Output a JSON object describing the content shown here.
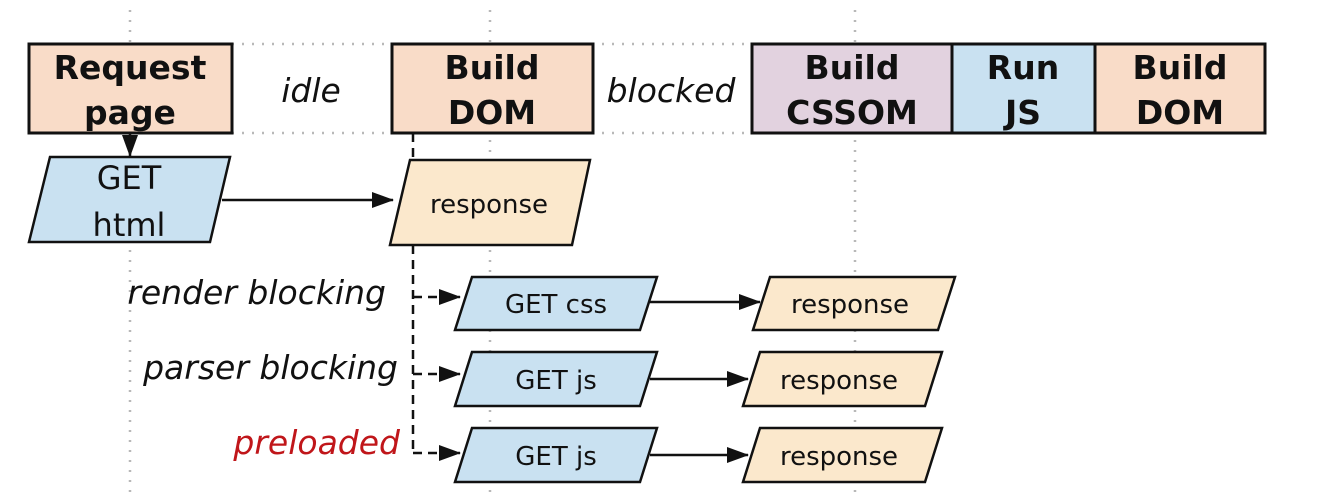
{
  "colors": {
    "orange_fill": "#f9dcc8",
    "purple_fill": "#e2d2df",
    "blue_fill": "#c9e1f1",
    "response_fill": "#fbe8cc",
    "preloaded_text": "#c0161a",
    "stroke": "#111111",
    "grid": "#b8b8b8"
  },
  "timeline": {
    "request_page": [
      "Request",
      "page"
    ],
    "idle": "idle",
    "build_dom_1": [
      "Build",
      "DOM"
    ],
    "blocked": "blocked",
    "build_cssom": [
      "Build",
      "CSSOM"
    ],
    "run_js": [
      "Run",
      "JS"
    ],
    "build_dom_2": [
      "Build",
      "DOM"
    ]
  },
  "requests": {
    "get_html": [
      "GET",
      "html"
    ],
    "html_response": "response",
    "rows": [
      {
        "label": "render blocking",
        "get": "GET css",
        "response": "response",
        "highlight": false
      },
      {
        "label": "parser blocking",
        "get": "GET js",
        "response": "response",
        "highlight": false
      },
      {
        "label": "preloaded",
        "get": "GET js",
        "response": "response",
        "highlight": true
      }
    ]
  }
}
